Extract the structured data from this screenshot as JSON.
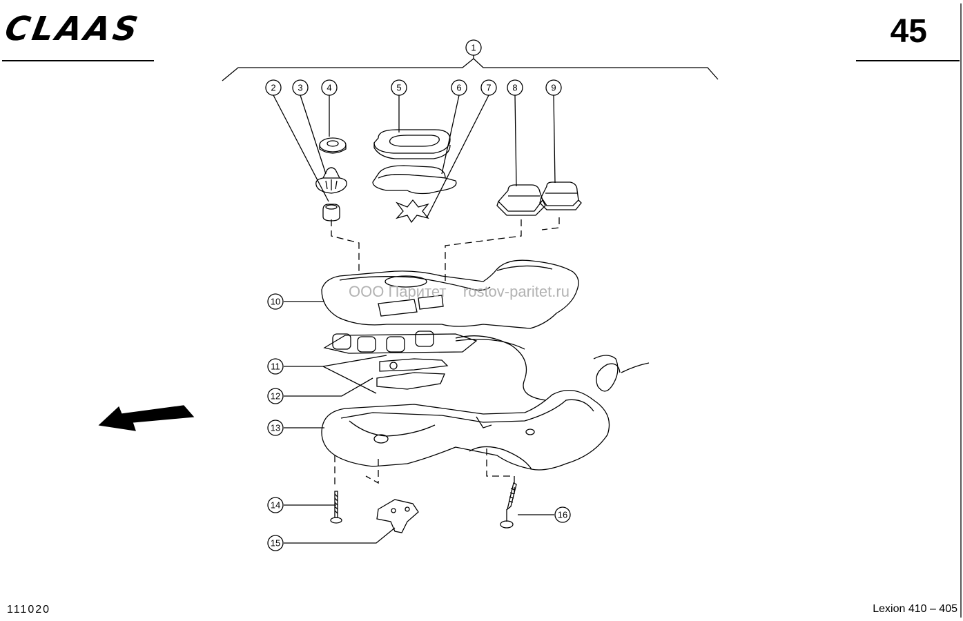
{
  "header": {
    "brand": "CLAAS",
    "page_number": "45"
  },
  "footer": {
    "doc_code": "111020",
    "model": "Lexion 410 – 405"
  },
  "watermark": "ООО Паритет    rostov-paritet.ru",
  "callouts": [
    "1",
    "2",
    "3",
    "4",
    "5",
    "6",
    "7",
    "8",
    "9",
    "10",
    "11",
    "12",
    "13",
    "14",
    "15",
    "16"
  ]
}
